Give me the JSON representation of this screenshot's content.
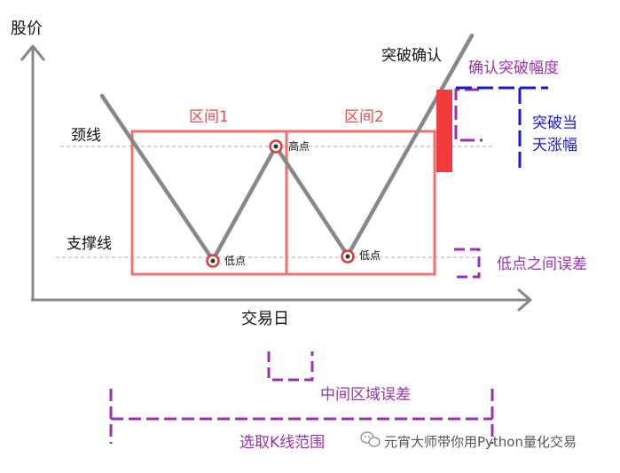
{
  "axes": {
    "y_label": "股价",
    "x_label": "交易日"
  },
  "levels": {
    "neckline": "颈线",
    "support_line": "支撑线"
  },
  "intervals": {
    "interval1": "区间1",
    "interval2": "区间2"
  },
  "points": {
    "low1": "低点",
    "high": "高点",
    "low2": "低点"
  },
  "annotations": {
    "breakout_confirm": "突破确认",
    "confirm_breakout_amplitude": "确认突破幅度",
    "breakout_amplitude_line1": "突破当",
    "breakout_amplitude_line2": "天涨幅",
    "low_points_error": "低点之间误差",
    "middle_interval_error": "中间区域误差",
    "select_k_range": "选取K线范围"
  },
  "watermark": {
    "text": "元宵大师带你用Python量化交易"
  },
  "colors": {
    "axis": "#888888",
    "price_line": "#888888",
    "box": "#f07070",
    "point": "#e03a3a",
    "breakout_bar": "#f03c3c",
    "purple": "#9b30b0",
    "blue": "#1a1ad0"
  }
}
